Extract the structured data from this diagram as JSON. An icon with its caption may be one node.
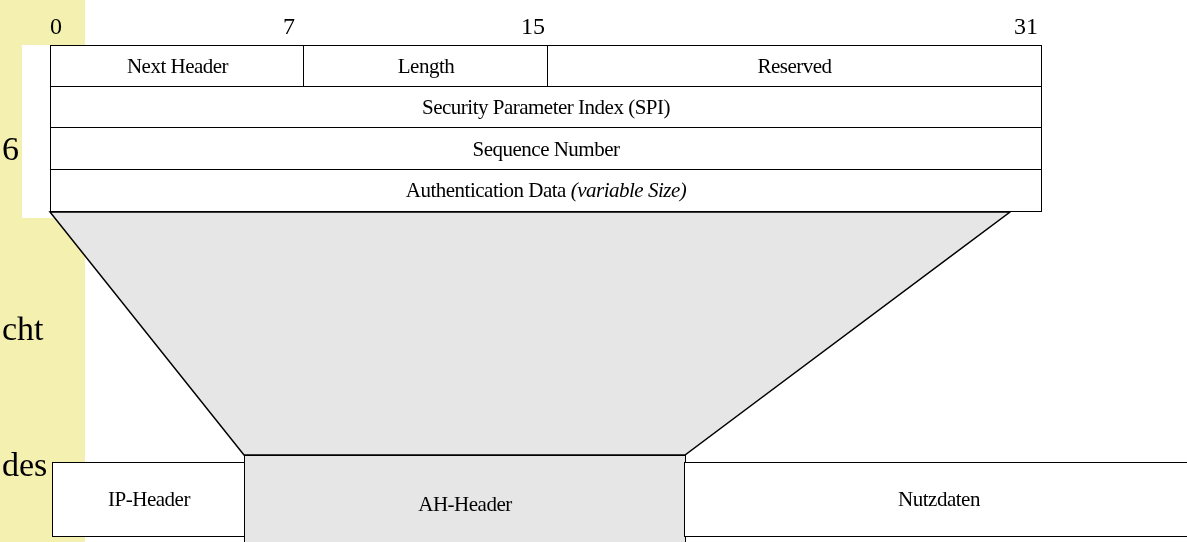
{
  "diagram": {
    "nodes": [
      {
        "text": [
          "Next Header"
        ]
      },
      {
        "text": [
          "Length"
        ]
      },
      {
        "text": [
          "Reserved"
        ]
      },
      {
        "text": [
          "Security Parameter Index (SPI)"
        ]
      },
      {
        "text": [
          "Sequence Number"
        ]
      },
      {
        "text": [
          "Authentication Data *(variable Size)*"
        ]
      },
      {
        "text": [
          "IP-Header"
        ]
      },
      {
        "text": [
          "AH-Header"
        ]
      },
      {
        "text": [
          "Nutzdaten"
        ]
      }
    ],
    "labels": [
      "0",
      "7",
      "15",
      "31",
      "6",
      "cht",
      "des"
    ]
  }
}
